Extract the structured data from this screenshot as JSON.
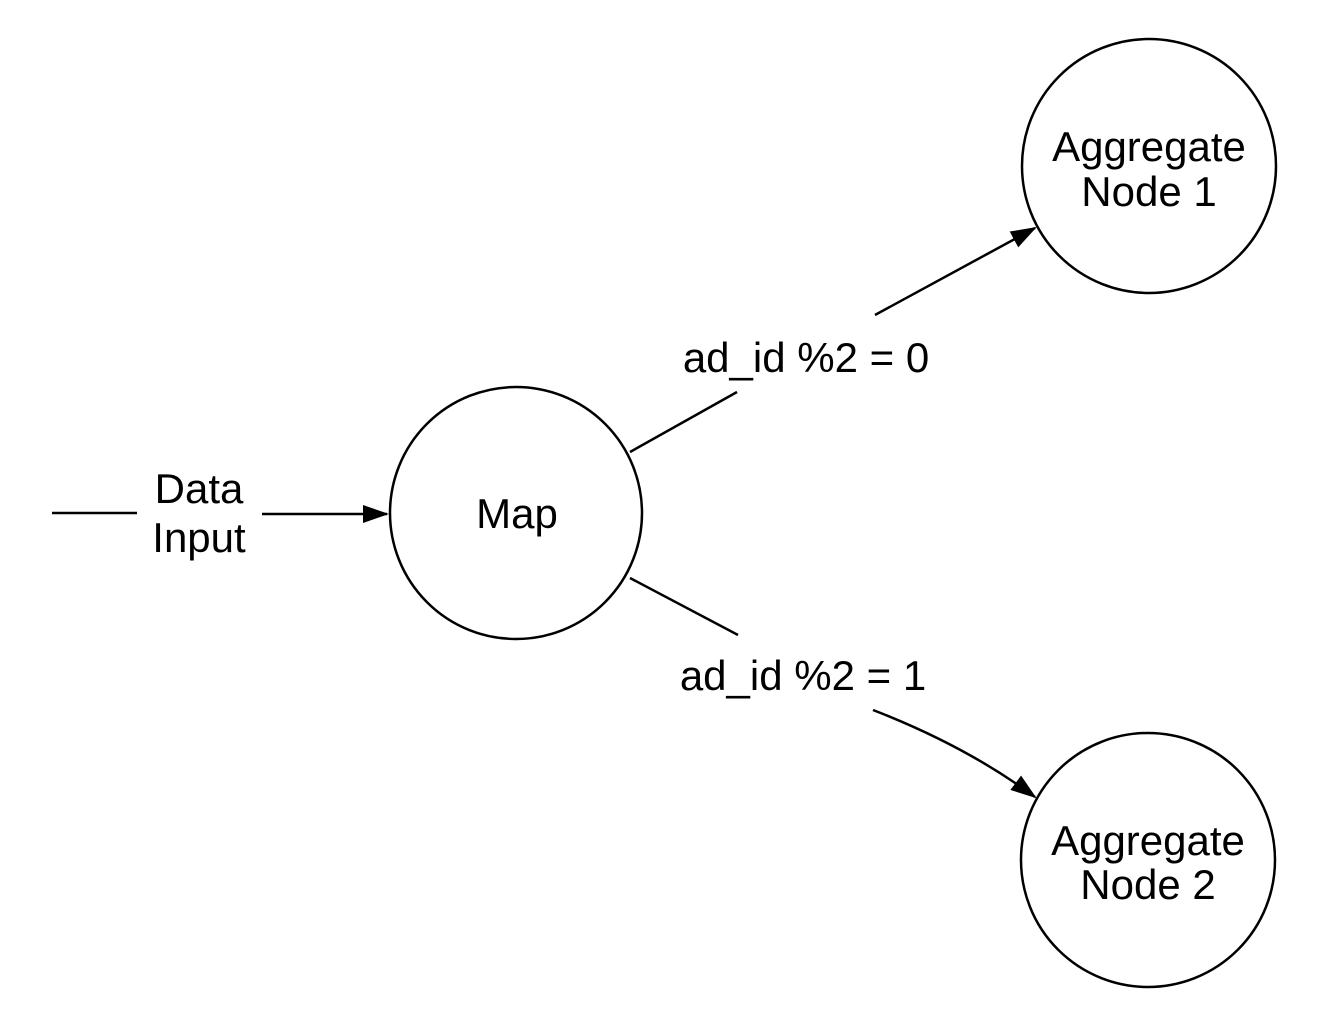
{
  "diagram": {
    "title": "map-aggregate-dataflow",
    "colors": {
      "background": "#ffffff",
      "stroke": "#000000",
      "text": "#000000"
    },
    "input_edge": {
      "label_line1": "Data",
      "label_line2": "Input"
    },
    "nodes": {
      "map": {
        "label": "Map"
      },
      "aggregate1": {
        "label_line1": "Aggregate",
        "label_line2": "Node 1"
      },
      "aggregate2": {
        "label_line1": "Aggregate",
        "label_line2": "Node 2"
      }
    },
    "edges": {
      "to_aggregate1": {
        "label": "ad_id %2 = 0"
      },
      "to_aggregate2": {
        "label": "ad_id %2 = 1"
      }
    }
  }
}
